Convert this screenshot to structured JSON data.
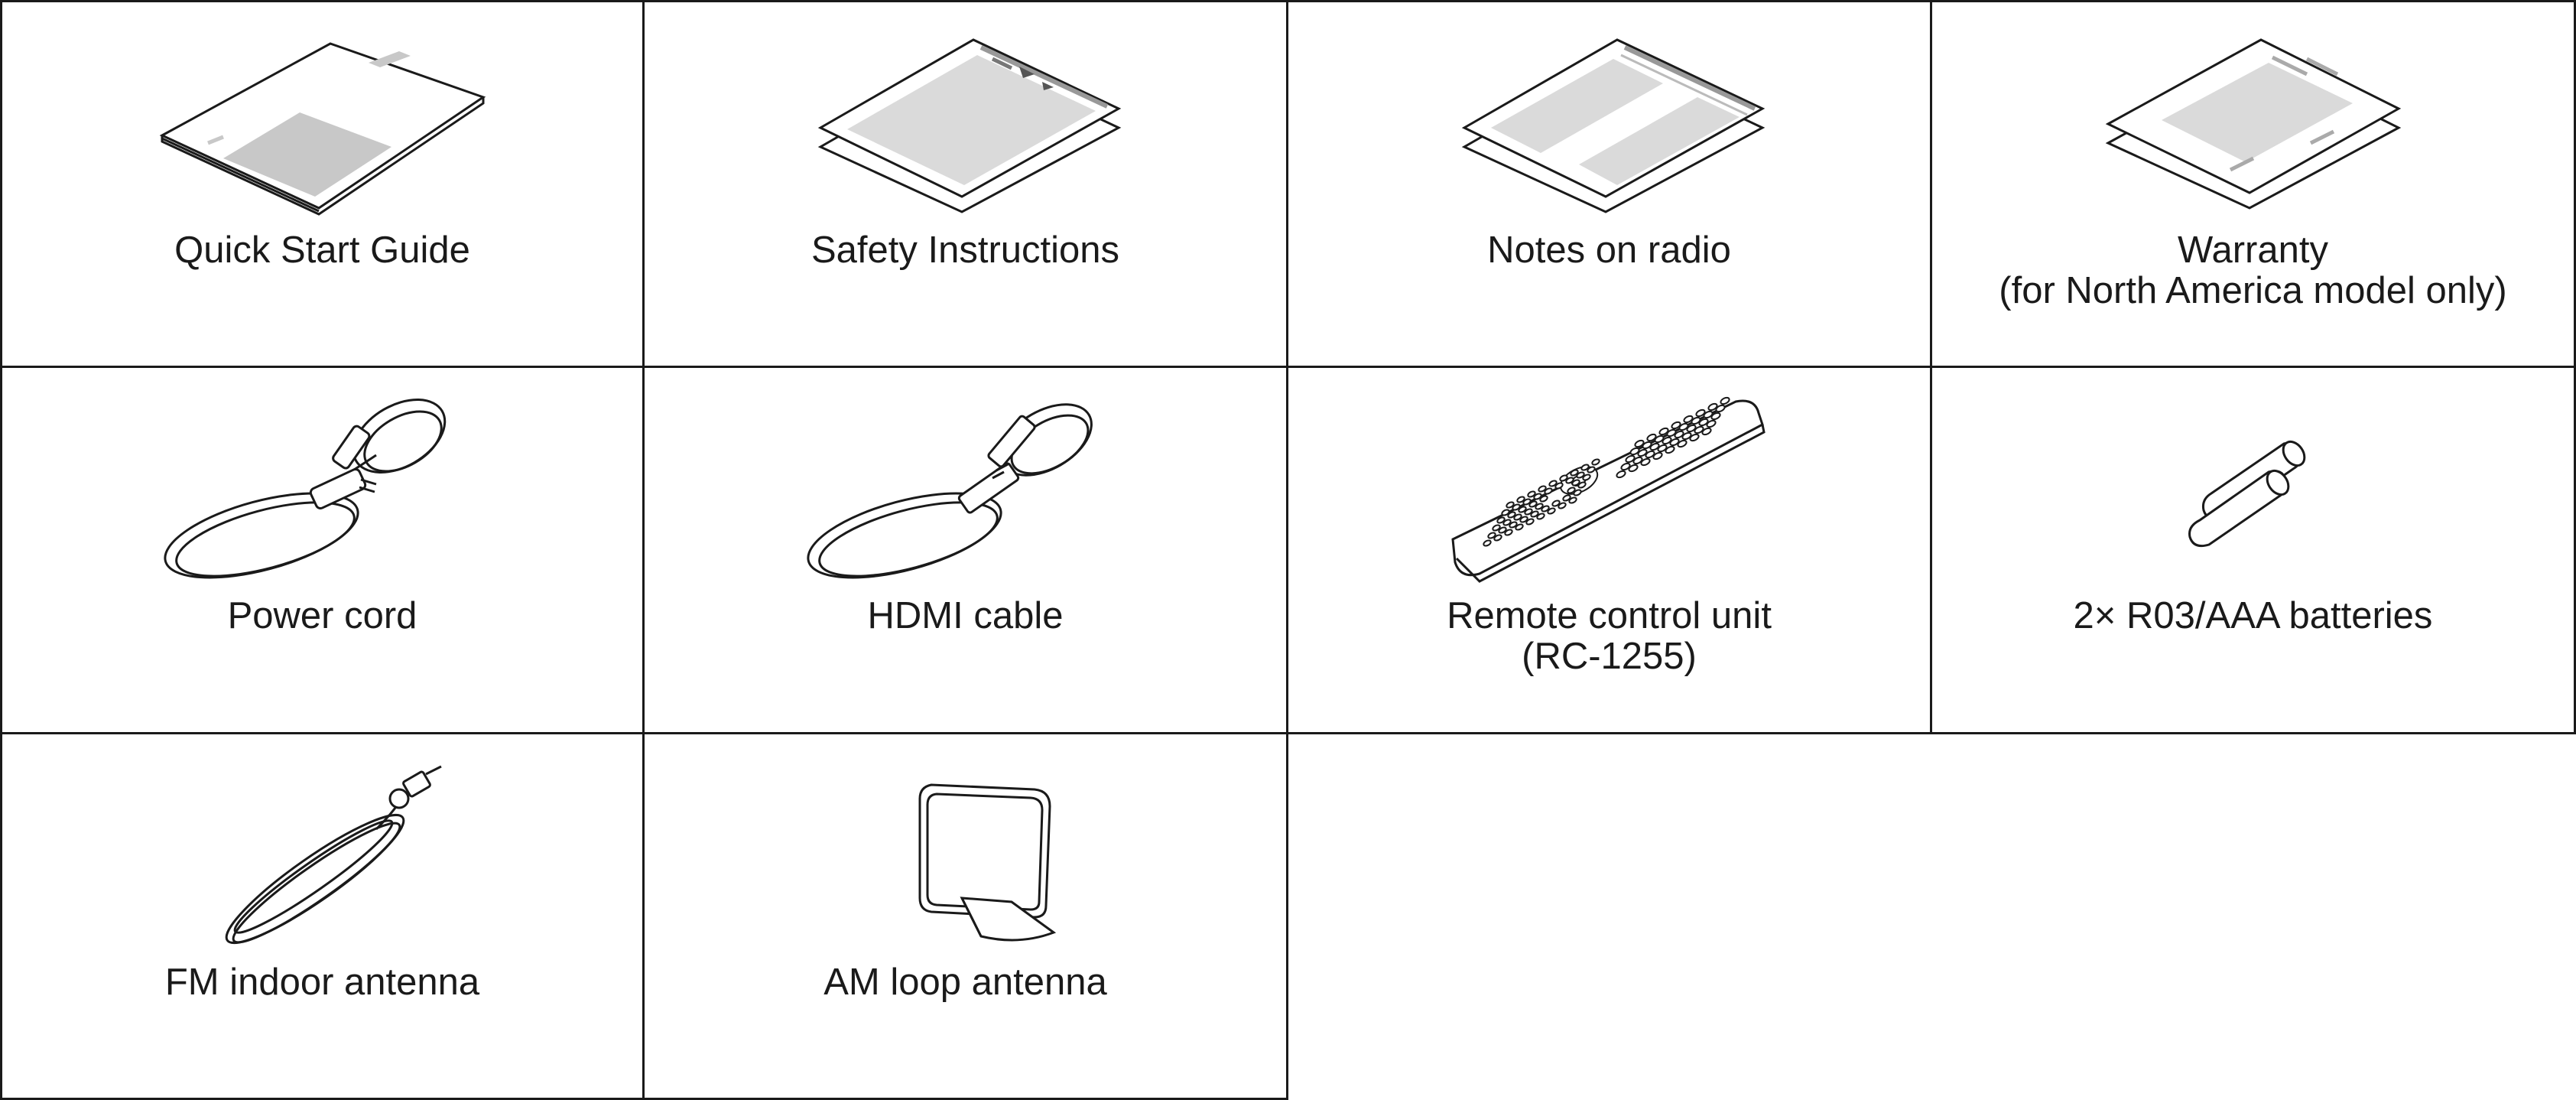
{
  "items": [
    {
      "name": "Quick Start Guide",
      "illustration": "booklet-icon"
    },
    {
      "name": "Safety Instructions",
      "illustration": "folded-sheet-icon"
    },
    {
      "name": "Notes on radio",
      "illustration": "folded-sheet-icon"
    },
    {
      "name": "Warranty",
      "note": "(for North America model only)",
      "illustration": "folded-sheet-icon"
    },
    {
      "name": "Power cord",
      "illustration": "power-cord-icon"
    },
    {
      "name": "HDMI cable",
      "illustration": "hdmi-cable-icon"
    },
    {
      "name": "Remote control unit",
      "note": "(RC-1255)",
      "illustration": "remote-control-icon"
    },
    {
      "name": "2× R03/AAA batteries",
      "illustration": "batteries-icon"
    },
    {
      "name": "FM indoor antenna",
      "illustration": "fm-antenna-icon"
    },
    {
      "name": "AM loop antenna",
      "illustration": "am-loop-antenna-icon"
    }
  ],
  "colors": {
    "line": "#1a1a1a",
    "paper": "#ffffff",
    "shade": "#d9d9d9",
    "shade_dark": "#a6a6a6"
  }
}
